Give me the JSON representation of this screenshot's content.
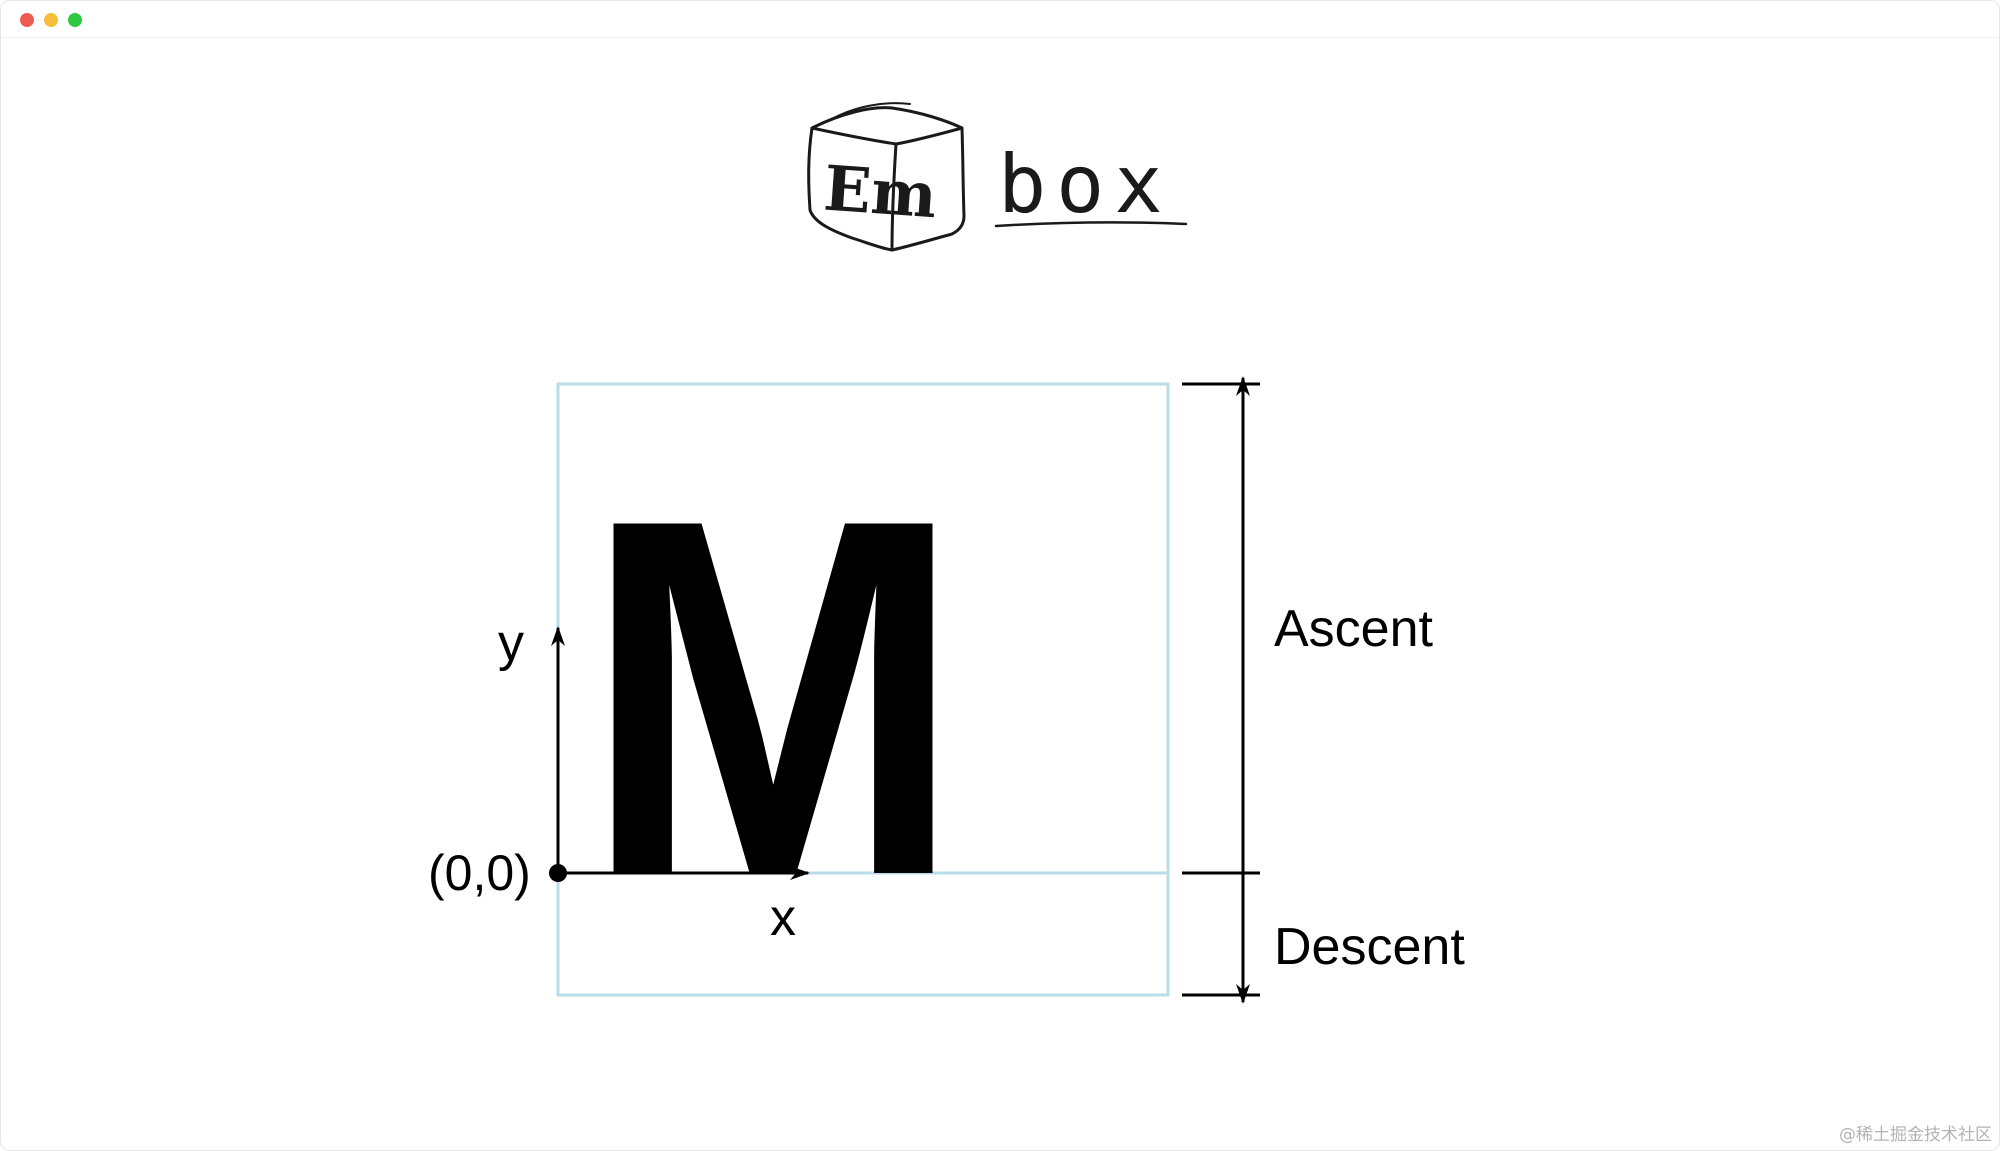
{
  "window": {
    "traffic_lights": [
      {
        "name": "close",
        "color": "#ee5b52"
      },
      {
        "name": "minimize",
        "color": "#f6bd3a"
      },
      {
        "name": "maximize",
        "color": "#2fc841"
      }
    ]
  },
  "logo": {
    "cube_text": "Em",
    "word_text": "box"
  },
  "diagram": {
    "glyph": "M",
    "y_axis_label": "y",
    "x_axis_label": "x",
    "origin_label": "(0,0)",
    "ascent_label": "Ascent",
    "descent_label": "Descent",
    "box_color": "#b9dde8",
    "ink_color": "#000000"
  },
  "watermark": "@稀土掘金技术社区"
}
